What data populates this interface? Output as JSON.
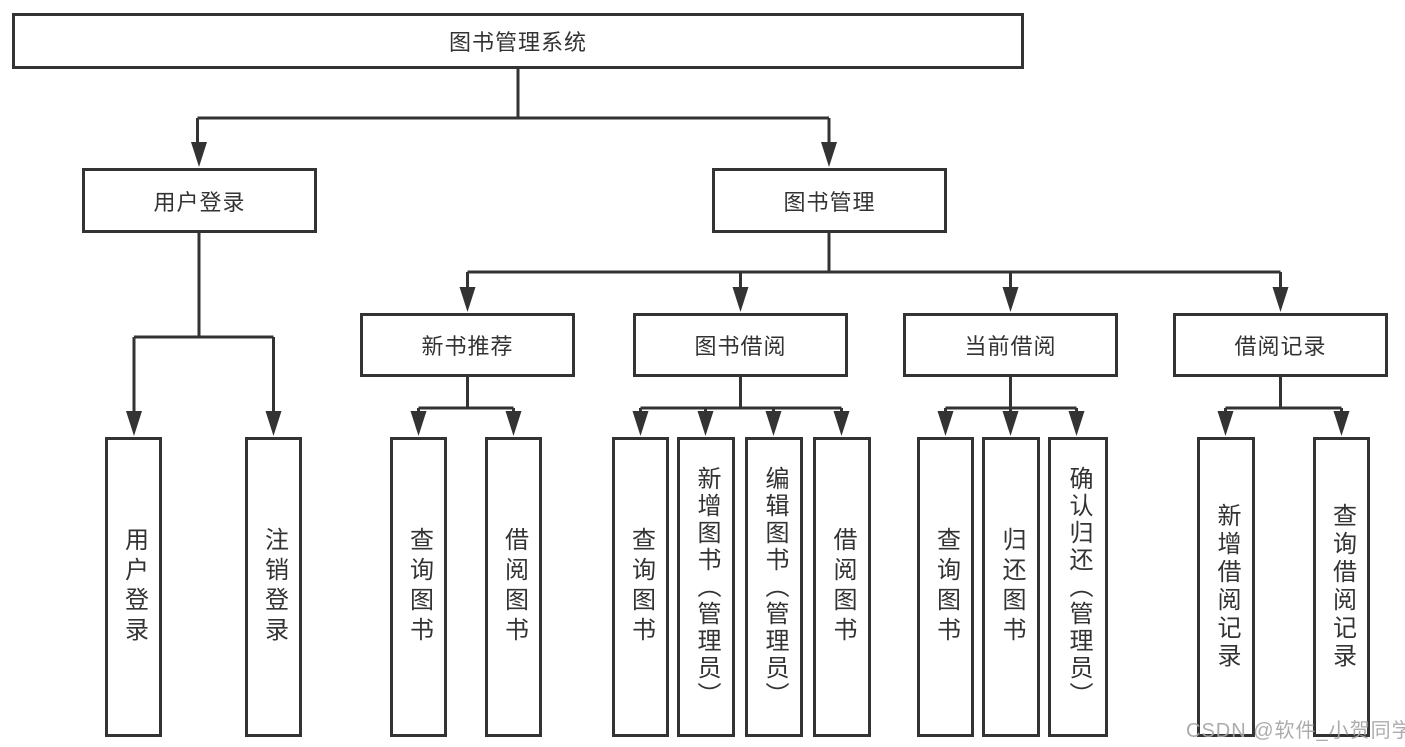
{
  "diagram_title": "图书管理系统",
  "colors": {
    "line": "#333333",
    "node_border": "#333333",
    "text": "#333333",
    "background": "#ffffff",
    "watermark": "#a5a5a5"
  },
  "tree": {
    "root": {
      "label": "图书管理系统"
    },
    "branches": [
      {
        "label": "用户登录",
        "children": [
          {
            "label": "用户登录"
          },
          {
            "label": "注销登录"
          }
        ]
      },
      {
        "label": "图书管理",
        "children": [
          {
            "label": "新书推荐",
            "children": [
              {
                "label": "查询图书"
              },
              {
                "label": "借阅图书"
              }
            ]
          },
          {
            "label": "图书借阅",
            "children": [
              {
                "label": "查询图书"
              },
              {
                "label": "新增图书（管理员）"
              },
              {
                "label": "编辑图书（管理员）"
              },
              {
                "label": "借阅图书"
              }
            ]
          },
          {
            "label": "当前借阅",
            "children": [
              {
                "label": "查询图书"
              },
              {
                "label": "归还图书"
              },
              {
                "label": "确认归还（管理员）"
              }
            ]
          },
          {
            "label": "借阅记录",
            "children": [
              {
                "label": "新增借阅记录"
              },
              {
                "label": "查询借阅记录"
              }
            ]
          }
        ]
      }
    ]
  },
  "watermark": "CSDN @软件_小贺同学"
}
